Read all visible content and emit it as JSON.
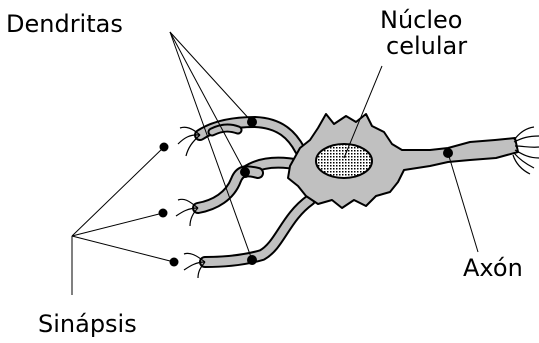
{
  "labels": {
    "dendritas": "Dendritas",
    "nucleo_line1": "Núcleo",
    "nucleo_line2": "celular",
    "axon": "Axón",
    "sinapsis": "Sinápsis"
  },
  "colors": {
    "cell_fill": "#c0c0c0",
    "outline": "#000000",
    "background": "#ffffff"
  }
}
